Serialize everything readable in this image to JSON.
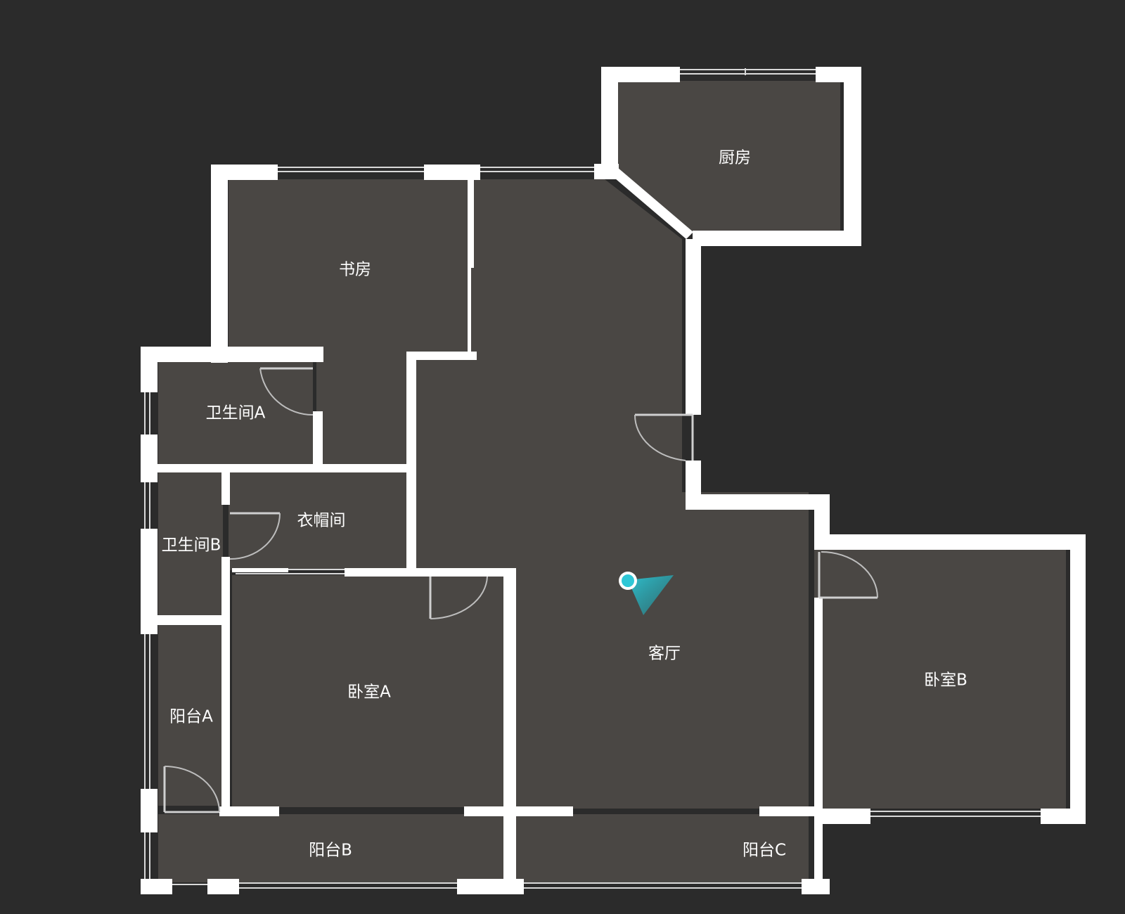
{
  "floorplan": {
    "rooms": {
      "kitchen": "厨房",
      "study": "书房",
      "bathroom_a": "卫生间A",
      "cloakroom": "衣帽间",
      "bathroom_b": "卫生间B",
      "bedroom_a": "卧室A",
      "living_room": "客厅",
      "bedroom_b": "卧室B",
      "balcony_a": "阳台A",
      "balcony_b": "阳台B",
      "balcony_c": "阳台C"
    },
    "colors": {
      "background": "#2b2b2b",
      "floor": "#4a4744",
      "wall": "#ffffff",
      "viewpoint": "#2ec7d6"
    },
    "viewpoint_icon": "camera-viewpoint-icon"
  }
}
